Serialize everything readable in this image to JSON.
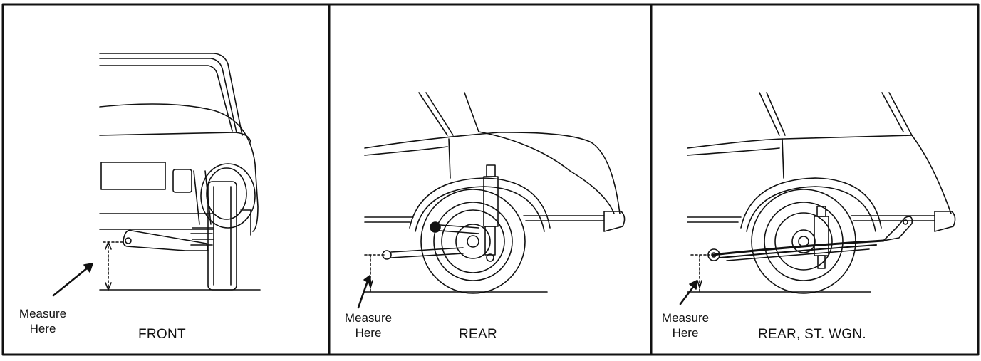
{
  "panels": [
    {
      "title": "FRONT",
      "measure_line1": "Measure",
      "measure_line2": "Here"
    },
    {
      "title": "REAR",
      "measure_line1": "Measure",
      "measure_line2": "Here"
    },
    {
      "title": "REAR, ST. WGN.",
      "measure_line1": "Measure",
      "measure_line2": "Here"
    }
  ],
  "colors": {
    "ink": "#111111",
    "background": "#ffffff"
  }
}
